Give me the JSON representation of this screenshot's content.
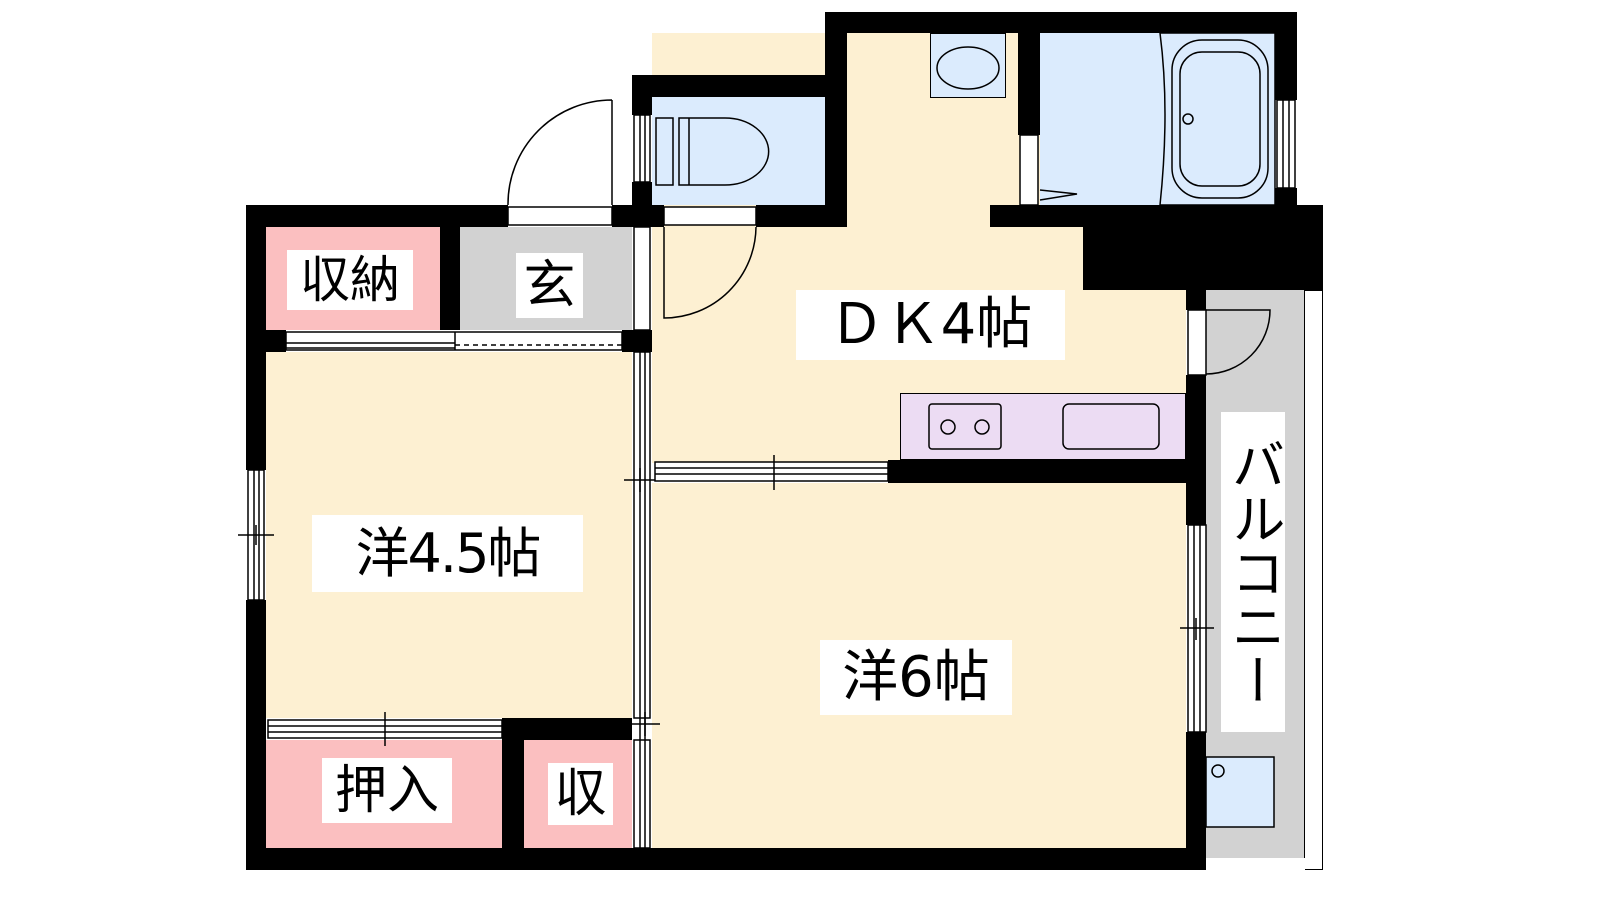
{
  "rooms": {
    "storage_top": "収納",
    "entrance": "玄",
    "dk": "ＤＫ4帖",
    "western_small": "洋4.5帖",
    "western_large": "洋6帖",
    "closet": "押入",
    "storage_small": "収",
    "balcony": "バルコニー"
  },
  "colors": {
    "room": "#fdf0d2",
    "storage": "#fbbfc0",
    "entrance": "#d2d2d2",
    "wet_area": "#dbebfd",
    "kitchen": "#ecdcf3",
    "balcony": "#d2d2d2"
  }
}
